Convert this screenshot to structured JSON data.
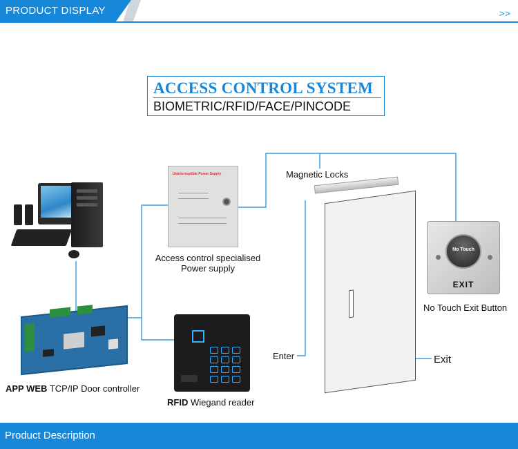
{
  "header": {
    "tab_label": "PRODUCT DISPLAY",
    "more_label": ">>"
  },
  "footer": {
    "label": "Product Description"
  },
  "title": {
    "main": "ACCESS CONTROL SYSTEM",
    "sub": "BIOMETRIC/RFID/FACE/PINCODE"
  },
  "components": {
    "power_supply": {
      "line1": "Access control specialised",
      "line2": "Power supply",
      "panel_text": "Uninterruptible Power Supply"
    },
    "magnetic_lock": {
      "label": "Magnetic Locks"
    },
    "exit_button": {
      "label": "No Touch Exit Button",
      "button_text": "No Touch",
      "plate_text": "EXIT"
    },
    "controller": {
      "bold": "APP WEB",
      "rest": " TCP/IP Door controller"
    },
    "reader": {
      "bold": "RFID",
      "rest": " Wiegand reader"
    },
    "door": {
      "enter_label": "Enter",
      "exit_label": "Exit"
    }
  },
  "colors": {
    "accent": "#1687d9",
    "wire": "#1687d9"
  }
}
